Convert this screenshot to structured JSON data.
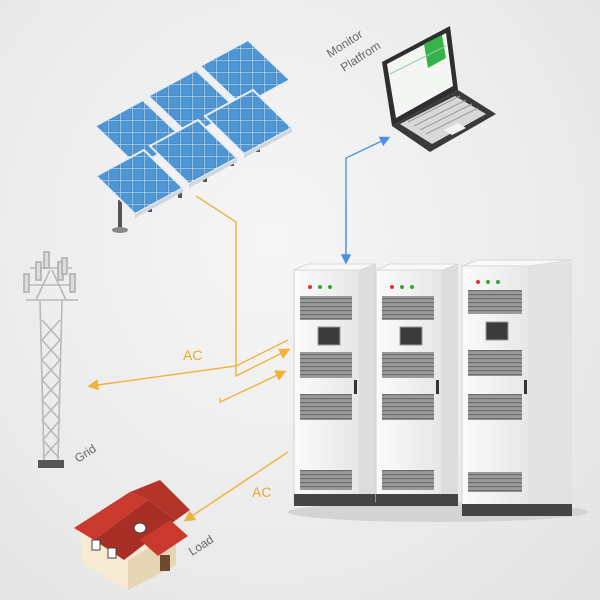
{
  "labels": {
    "monitor_line1": "Monitor",
    "monitor_line2": "Platfrom",
    "grid": "Grid",
    "load": "Load",
    "ac_top": "AC",
    "ac_bottom": "AC"
  },
  "colors": {
    "ac_line": "#f0b23c",
    "data_line": "#4a90e2",
    "label_text": "#666666",
    "panel_cell": "#3f86c8",
    "roof": "#c0392b",
    "cabinet_body": "#f4f4f4",
    "cabinet_grille": "#8d8d8d"
  },
  "icons": {
    "solar": "solar-panel-array-icon",
    "laptop": "laptop-icon",
    "tower": "grid-tower-icon",
    "house": "house-icon",
    "cabinets": "battery-cabinet-icon"
  }
}
